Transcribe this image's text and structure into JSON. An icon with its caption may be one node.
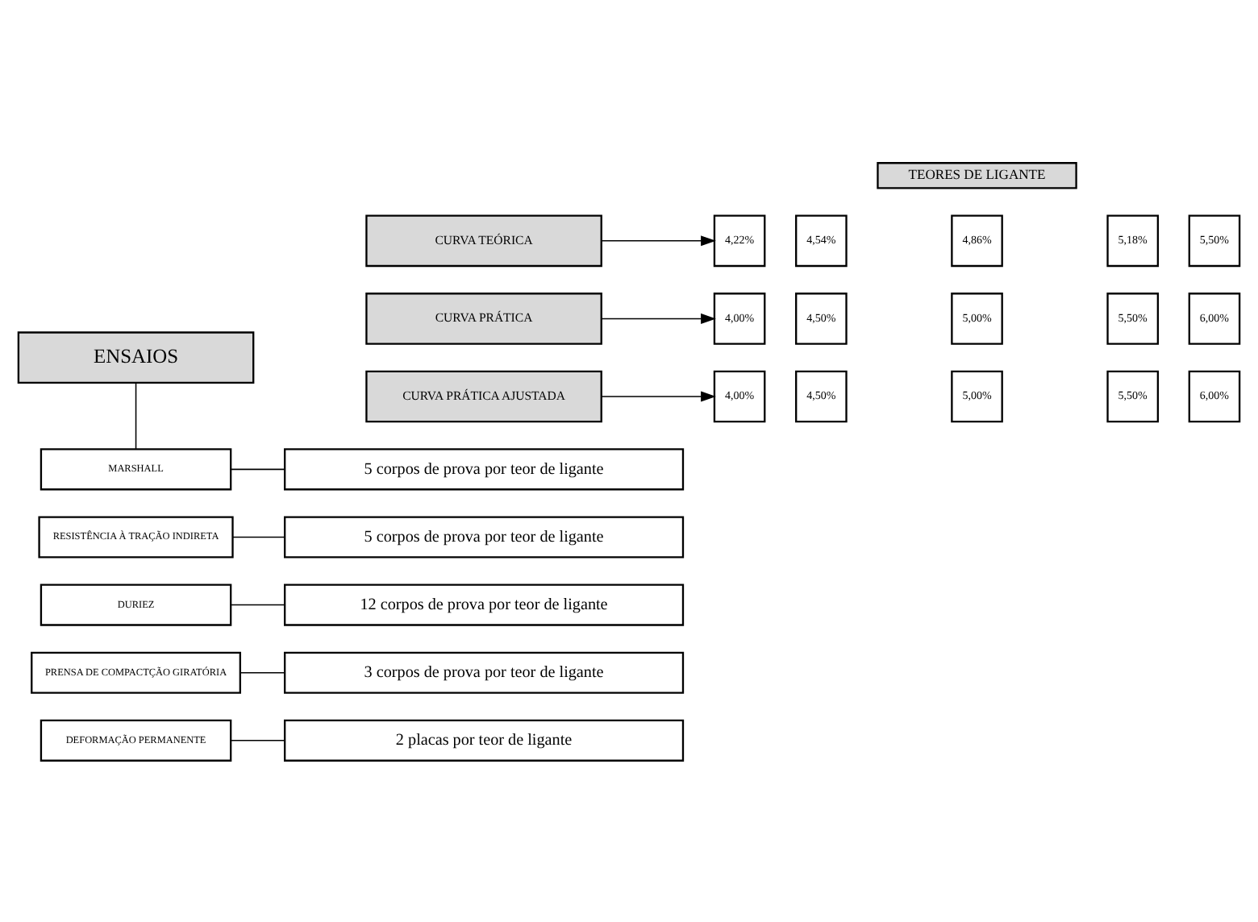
{
  "diagram": {
    "nodes": [
      {
        "text": [
          "TEORES DE LIGANTE"
        ]
      },
      {
        "text": [
          "ENSAIOS"
        ]
      },
      {
        "text": [
          "CURVA TEÓRICA"
        ]
      },
      {
        "text": [
          "4,22%"
        ]
      },
      {
        "text": [
          "4,54%"
        ]
      },
      {
        "text": [
          "4,86%"
        ]
      },
      {
        "text": [
          "5,18%"
        ]
      },
      {
        "text": [
          "5,50%"
        ]
      },
      {
        "text": [
          "CURVA PRÁTICA"
        ]
      },
      {
        "text": [
          "4,00%"
        ]
      },
      {
        "text": [
          "4,50%"
        ]
      },
      {
        "text": [
          "5,00%"
        ]
      },
      {
        "text": [
          "5,50%"
        ]
      },
      {
        "text": [
          "6,00%"
        ]
      },
      {
        "text": [
          "CURVA PRÁTICA AJUSTADA"
        ]
      },
      {
        "text": [
          "4,00%"
        ]
      },
      {
        "text": [
          "4,50%"
        ]
      },
      {
        "text": [
          "5,00%"
        ]
      },
      {
        "text": [
          "5,50%"
        ]
      },
      {
        "text": [
          "6,00%"
        ]
      },
      {
        "text": [
          "MARSHALL"
        ]
      },
      {
        "text": [
          "5 corpos de prova por teor de ligante"
        ]
      },
      {
        "text": [
          "RESISTÊNCIA À TRAÇÃO INDIRETA"
        ]
      },
      {
        "text": [
          "5 corpos de prova por teor de ligante"
        ]
      },
      {
        "text": [
          "DURIEZ"
        ]
      },
      {
        "text": [
          "12 corpos de prova por teor de ligante"
        ]
      },
      {
        "text": [
          "PRENSA DE COMPACTÇÃO GIRATÓRIA"
        ]
      },
      {
        "text": [
          "3 corpos de prova por teor de ligante"
        ]
      },
      {
        "text": [
          "DEFORMAÇÃO PERMANENTE"
        ]
      },
      {
        "text": [
          "2 placas por teor de ligante"
        ]
      }
    ],
    "edges": [
      {
        "from": 2,
        "to": 3,
        "arrow": "to"
      },
      {
        "from": 8,
        "to": 9,
        "arrow": "to"
      },
      {
        "from": 14,
        "to": 15,
        "arrow": "to"
      },
      {
        "from": 1,
        "to": 20,
        "arrow": "none"
      },
      {
        "from": 20,
        "to": 21,
        "arrow": "none"
      },
      {
        "from": 22,
        "to": 23,
        "arrow": "none"
      },
      {
        "from": 24,
        "to": 25,
        "arrow": "none"
      },
      {
        "from": 26,
        "to": 27,
        "arrow": "none"
      },
      {
        "from": 28,
        "to": 29,
        "arrow": "none"
      }
    ]
  }
}
